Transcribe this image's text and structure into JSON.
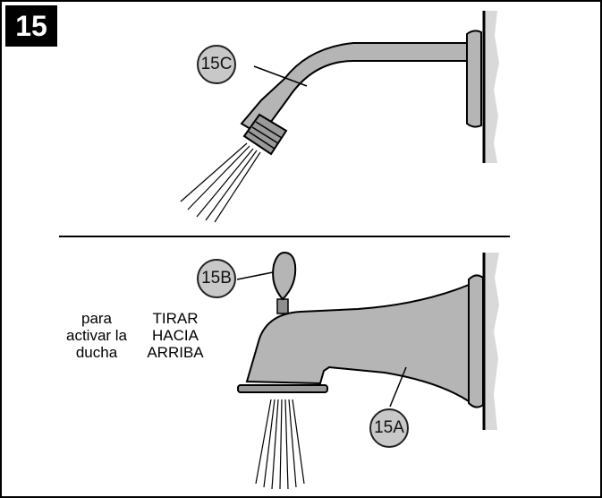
{
  "step": {
    "number": "15"
  },
  "callouts": {
    "shower_arm": "15C",
    "diverter_knob": "15B",
    "tub_spout": "15A"
  },
  "instructions": {
    "left": [
      "para",
      "activar la",
      "ducha"
    ],
    "right": [
      "TIRAR",
      "HACIA",
      "ARRIBA"
    ]
  },
  "colors": {
    "metal": "#b5b5b5",
    "metal_dark": "#8f8f8f",
    "wall": "#d9d9d9",
    "callout_fill": "#c8c8c8"
  }
}
